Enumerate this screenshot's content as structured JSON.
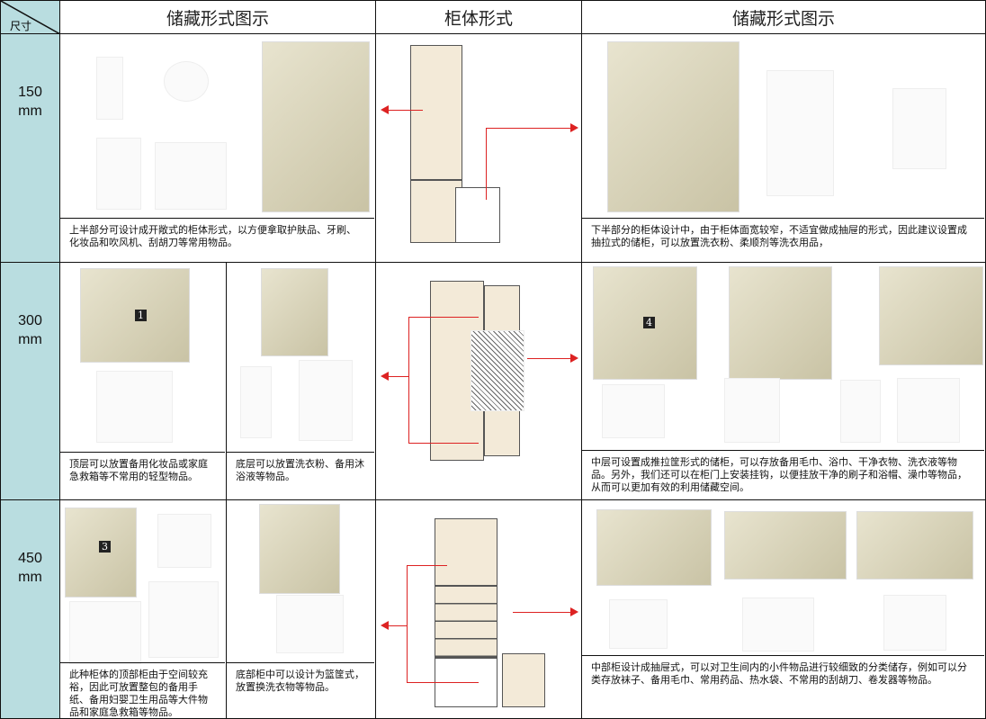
{
  "header": {
    "size_label": "尺寸",
    "col1": "储藏形式图示",
    "col2": "柜体形式",
    "col3": "储藏形式图示"
  },
  "rows": [
    {
      "size": "150",
      "unit": "mm",
      "left_text": "上半部分可设计成开敞式的柜体形式，以方便拿取护肤品、牙刷、化妆品和吹风机、刮胡刀等常用物品。",
      "right_text": "下半部分的柜体设计中，由于柜体面宽较窄，不适宜做成抽屉的形式，因此建议设置成抽拉式的储柜，可以放置洗衣粉、柔顺剂等洗衣用品，"
    },
    {
      "size": "300",
      "unit": "mm",
      "left_text_a": "顶层可以放置备用化妆品或家庭急救箱等不常用的轻型物品。",
      "left_text_b": "底层可以放置洗衣粉、备用沐浴液等物品。",
      "right_text": "中层可设置成推拉筐形式的储柜，可以存放备用毛巾、浴巾、干净衣物、洗衣液等物品。另外，我们还可以在柜门上安装挂钩，以便挂放干净的刷子和浴帽、澡巾等物品，从而可以更加有效的利用储藏空间。",
      "photo_labels": [
        "1",
        "4"
      ]
    },
    {
      "size": "450",
      "unit": "mm",
      "left_text_a": "此种柜体的顶部柜由于空间较充裕，因此可放置整包的备用手纸、备用妇婴卫生用品等大件物品和家庭急救箱等物品。",
      "left_text_b": "底部柜中可以设计为篮筐式，放置换洗衣物等物品。",
      "right_text": "中部柜设计成抽屉式，可以对卫生间内的小件物品进行较细致的分类储存，例如可以分类存放袜子、备用毛巾、常用药品、热水袋、不常用的刮胡刀、卷发器等物品。",
      "photo_labels": [
        "3"
      ]
    }
  ],
  "colors": {
    "size_bg": "#b9dde0",
    "arrow": "#dd2222"
  }
}
